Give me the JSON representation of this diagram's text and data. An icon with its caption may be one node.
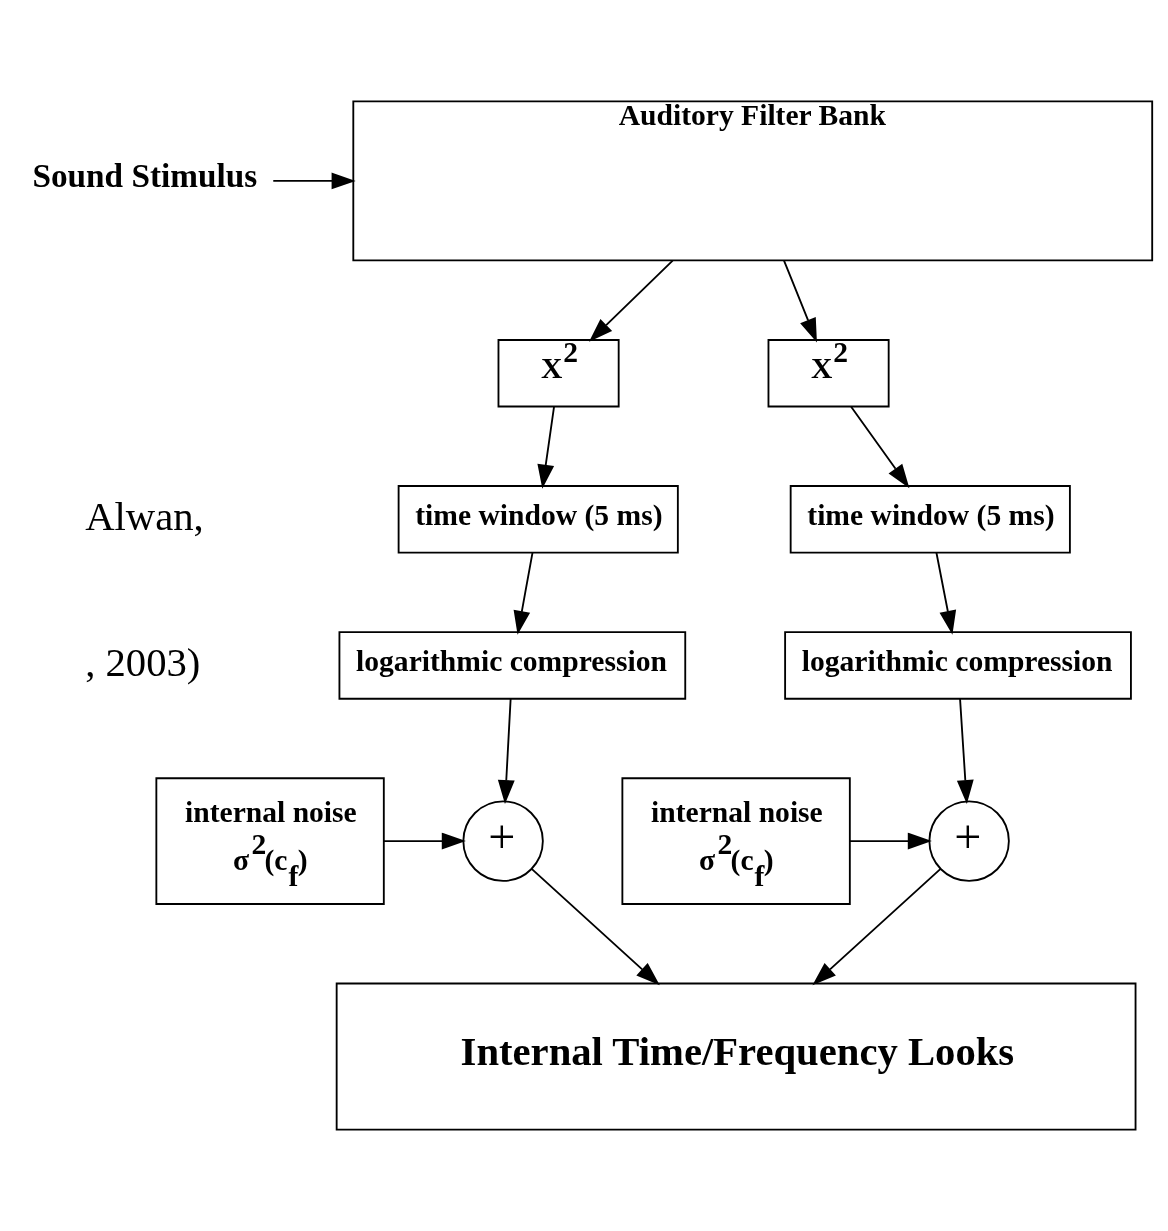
{
  "diagram": {
    "nodes": [
      {
        "text": [
          "Sound Stimulus"
        ]
      },
      {
        "text": [
          "Auditory Filter Bank"
        ]
      },
      {
        "text": [
          "X$^{2}$"
        ]
      },
      {
        "text": [
          "X$^{2}$"
        ]
      },
      {
        "text": [
          "time window (5 ms)"
        ]
      },
      {
        "text": [
          "time window (5 ms)"
        ]
      },
      {
        "text": [
          "logarithmic compression"
        ]
      },
      {
        "text": [
          "logarithmic compression"
        ]
      },
      {
        "text": [
          "internal noise",
          "σ$^{2}$(c$_{f}$)"
        ]
      },
      {
        "text": [
          "+"
        ]
      },
      {
        "text": [
          "internal noise",
          "σ$^{2}$(c$_{f}$)"
        ]
      },
      {
        "text": [
          "+"
        ]
      },
      {
        "text": [
          "Internal Time/Frequency Looks"
        ]
      }
    ],
    "edges": [
      {
        "from": 0,
        "to": 1,
        "arrow": "to"
      },
      {
        "from": 1,
        "to": 2,
        "arrow": "to"
      },
      {
        "from": 1,
        "to": 3,
        "arrow": "to"
      },
      {
        "from": 2,
        "to": 4,
        "arrow": "to"
      },
      {
        "from": 3,
        "to": 5,
        "arrow": "to"
      },
      {
        "from": 4,
        "to": 6,
        "arrow": "to"
      },
      {
        "from": 5,
        "to": 7,
        "arrow": "to"
      },
      {
        "from": 6,
        "to": 9,
        "arrow": "to"
      },
      {
        "from": 8,
        "to": 9,
        "arrow": "to"
      },
      {
        "from": 7,
        "to": 11,
        "arrow": "to"
      },
      {
        "from": 10,
        "to": 11,
        "arrow": "to"
      },
      {
        "from": 9,
        "to": 12,
        "arrow": "to"
      },
      {
        "from": 11,
        "to": 12,
        "arrow": "to"
      }
    ],
    "labels": [
      "Alwan,",
      ", 2003)"
    ]
  }
}
